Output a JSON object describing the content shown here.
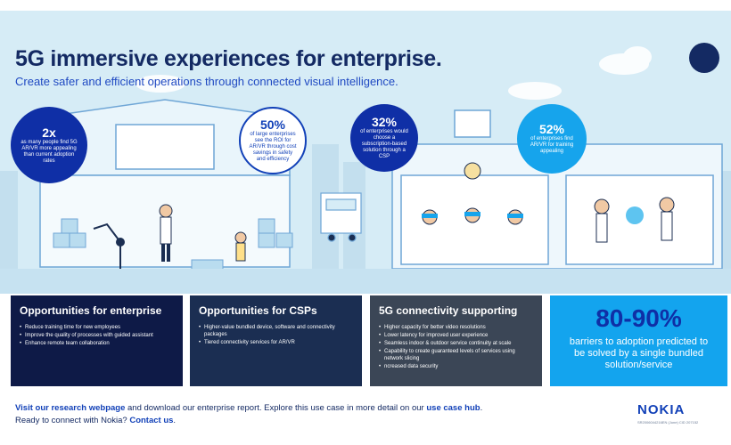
{
  "header": {
    "title": "5G immersive experiences for enterprise.",
    "subtitle": "Create safer and efficient operations through connected visual intelligence."
  },
  "stats": [
    {
      "value": "2x",
      "text": "as many people find 5G AR/VR more appealing than current adoption rates"
    },
    {
      "value": "50%",
      "text": "of large enterprises see the ROI for AR/VR through cost savings in safety and efficiency"
    },
    {
      "value": "32%",
      "text": "of enterprises would choose a subscription-based solution through a CSP"
    },
    {
      "value": "52%",
      "text": "of enterprises find AR/VR for training appealing"
    }
  ],
  "panels": [
    {
      "title": "Opportunities for enterprise",
      "items": [
        "Reduce training time for new employees",
        "Improve the quality of processes with guided assistant",
        "Enhance remote team collaboration"
      ]
    },
    {
      "title": "Opportunities for CSPs",
      "items": [
        "Higher-value bundled device, software and connectivity packages",
        "Tiered connectivity services for AR/VR"
      ]
    },
    {
      "title": "5G connectivity supporting",
      "items": [
        "Higher capacity for better video resolutions",
        "Lower latency for improved user experience",
        "Seamless indoor & outdoor service continuity at scale",
        "Capability to create guaranteed levels of services using network slicing",
        "ncreased data security"
      ]
    }
  ],
  "highlight": {
    "value": "80-90%",
    "text": "barriers to adoption predicted to be solved by a single bundled solution/service"
  },
  "footer": {
    "link1": "Visit our research webpage",
    "text1": " and download our enterprise report. Explore this use case in more detail on our ",
    "link2": "use case hub",
    "text2": ".",
    "text3": "Ready to connect with Nokia? ",
    "link3": "Contact us",
    "text4": "."
  },
  "brand": {
    "logo": "NOKIA",
    "legal": "SR2006044216EN (June) CID 207152"
  },
  "colors": {
    "navy": "#142a63",
    "blue": "#1241b8",
    "light_blue": "#13a4ee",
    "sky": "#d6ecf6"
  }
}
